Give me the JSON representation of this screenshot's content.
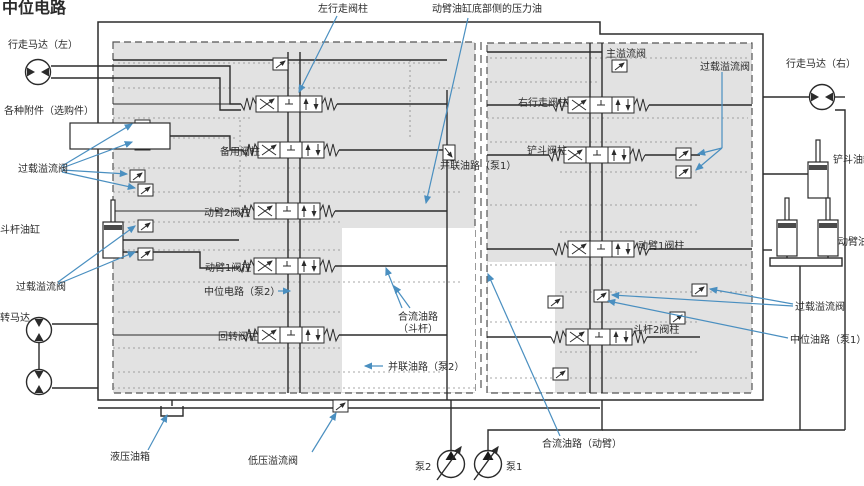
{
  "title": "中位电路",
  "colors": {
    "leader_blue": "#4a8fc0",
    "block_gray": "#e2e2e2",
    "line": "#2b2b2b"
  },
  "left_side": {
    "travel_motor_left": "行走马达（左）",
    "attachments": "各种附件（选购件）",
    "overload_relief_top": "过载溢流阀",
    "arm_cylinder": "斗杆油缸",
    "overload_relief_bottom": "过载溢流阀",
    "swing_motor": "转马达",
    "hydraulic_tank": "液压油箱"
  },
  "top": {
    "left_travel_spool": "左行走阀柱",
    "boom_cylinder_pressure_oil": "动臂油缸底部侧的压力油"
  },
  "left_bank": {
    "spare_spool": "备用阀柱",
    "boom2_spool": "动臂2阀柱",
    "boom1_spool": "动臂1阀柱",
    "neutral_circuit_pump2": "中位电路（泵2）",
    "swing_spool": "回转阀柱"
  },
  "center": {
    "merge_circuit_arm_line1": "合流油路",
    "merge_circuit_arm_line2": "（斗杆）",
    "parallel_circuit_pump2": "并联油路（泵2）",
    "parallel_circuit_pump1": "并联油路（泵1）",
    "merge_circuit_boom": "合流油路（动臂）"
  },
  "right_bank": {
    "main_relief": "主溢流阀",
    "overload_relief": "过载溢流阀",
    "right_travel_spool": "右行走阀柱",
    "bucket_spool": "铲斗阀柱",
    "boom1_spool": "动臂1阀柱",
    "arm2_spool": "斗杆2阀柱"
  },
  "right_side": {
    "travel_motor_right": "行走马达（右）",
    "bucket_cylinder": "铲斗油缸",
    "boom_cylinder": "动臂油缸",
    "overload_relief": "过载溢流阀",
    "neutral_circuit_pump1": "中位油路（泵1）"
  },
  "bottom": {
    "low_pressure_relief": "低压溢流阀",
    "pump2": "泵2",
    "pump1": "泵1"
  }
}
